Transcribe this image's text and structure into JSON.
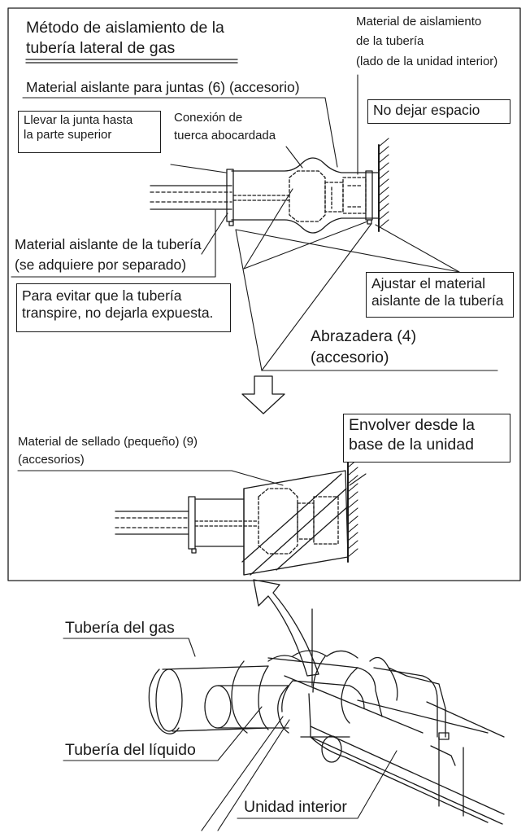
{
  "title": {
    "line1": "Método de aislamiento de la",
    "line2": "tubería lateral de gas"
  },
  "labels": {
    "pipe_insulation_indoor": [
      "Material de aislamiento",
      "de la tubería",
      "(lado de la unidad interior)"
    ],
    "joint_insulation": "Material aislante para juntas (6) (accesorio)",
    "bring_joint_top": [
      "Llevar la junta hasta",
      "la parte superior"
    ],
    "flare_nut": [
      "Conexión de",
      "tuerca abocardada"
    ],
    "no_gap": "No dejar espacio",
    "pipe_insulation_separate": [
      "Material aislante de la tubería",
      "(se adquiere por separado)"
    ],
    "avoid_condensation": [
      "Para evitar que la tubería",
      "transpire, no dejarla expuesta."
    ],
    "adjust_insulation": [
      "Ajustar el material",
      "aislante de la tubería"
    ],
    "clamp": [
      "Abrazadera (4)",
      "(accesorio)"
    ],
    "sealing_material": [
      "Material de sellado (pequeño) (9)",
      "(accesorios)"
    ],
    "wrap_from_base": [
      "Envolver desde la",
      "base de la unidad"
    ],
    "gas_pipe": "Tubería del gas",
    "liquid_pipe": "Tubería del líquido",
    "indoor_unit": "Unidad interior"
  }
}
